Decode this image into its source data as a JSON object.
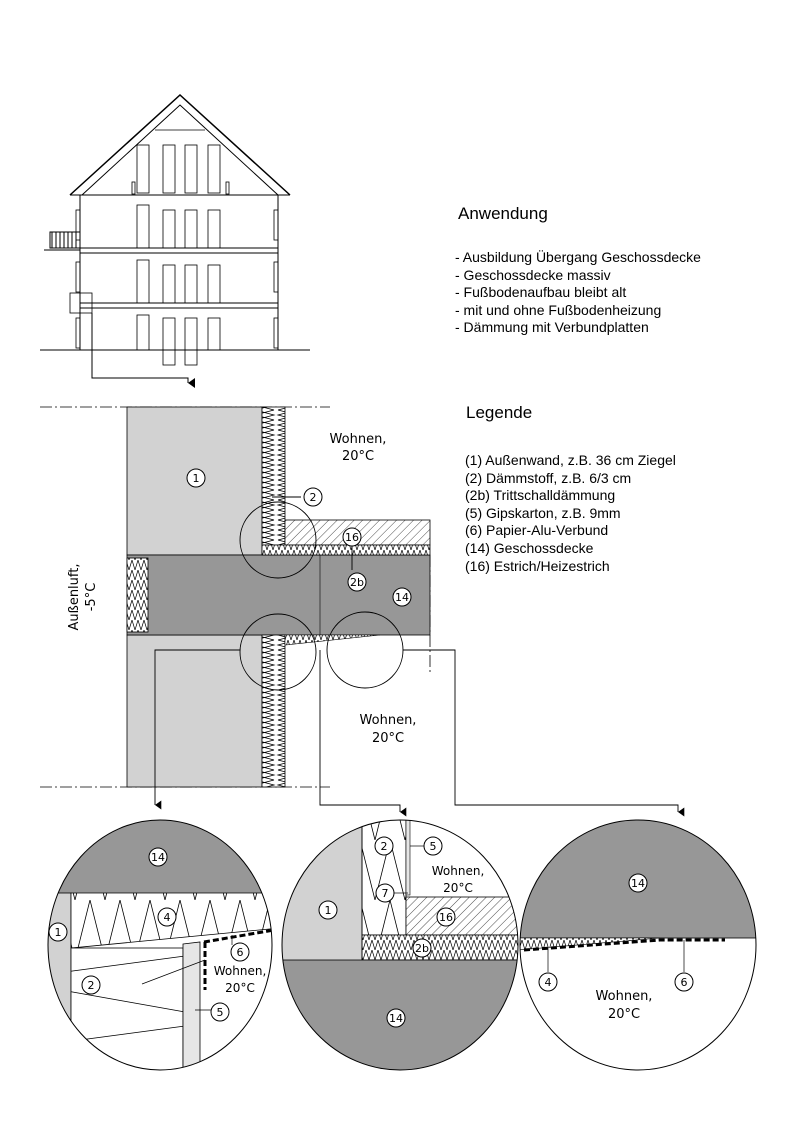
{
  "application": {
    "heading": "Anwendung",
    "items": [
      "- Ausbildung Übergang Geschossdecke",
      "- Geschossdecke massiv",
      "- Fußbodenaufbau bleibt alt",
      "- mit und ohne Fußbodenheizung",
      "- Dämmung mit Verbundplatten"
    ]
  },
  "legend": {
    "heading": "Legende",
    "items": [
      "(1) Außenwand, z.B. 36 cm Ziegel",
      "(2) Dämmstoff, z.B. 6/3 cm",
      "(2b) Trittschalldämmung",
      "(5) Gipskarton, z.B. 9mm",
      "(6) Papier-Alu-Verbund",
      "(14) Geschossdecke",
      "(16) Estrich/Heizestrich"
    ]
  },
  "section": {
    "room_top": [
      "Wohnen,",
      "20°C"
    ],
    "room_bottom": [
      "Wohnen,",
      "20°C"
    ],
    "outside": [
      "Außenluft,",
      "-5°C"
    ],
    "labels": {
      "wall": "1",
      "insulation": "2",
      "screed": "16",
      "impact": "2b",
      "slab": "14"
    }
  },
  "details": {
    "left": {
      "slab": "14",
      "wall": "1",
      "ins4": "4",
      "ins2": "2",
      "foil": "6",
      "board": "5",
      "room": [
        "Wohnen,",
        "20°C"
      ]
    },
    "middle": {
      "ins2": "2",
      "board": "5",
      "room": [
        "Wohnen,",
        "20°C"
      ],
      "tape": "7",
      "wall": "1",
      "screed": "16",
      "impact": "2b",
      "slab": "14"
    },
    "right": {
      "slab": "14",
      "ins4": "4",
      "foil": "6",
      "room": [
        "Wohnen,",
        "20°C"
      ]
    }
  },
  "colors": {
    "wall": "#d2d2d2",
    "slab": "#979797",
    "board": "#e6e6e6"
  }
}
